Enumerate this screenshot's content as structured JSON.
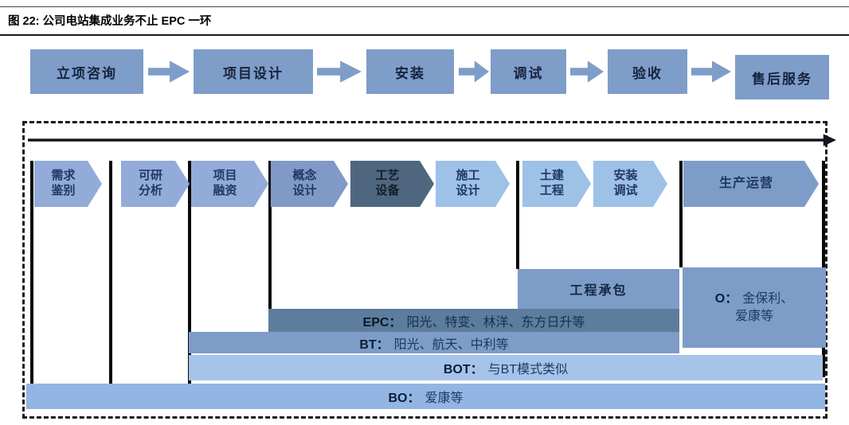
{
  "figure": {
    "title": "图 22: 公司电站集成业务不止 EPC 一环"
  },
  "top_flow": {
    "steps": [
      {
        "label": "立项咨询"
      },
      {
        "label": "项目设计"
      },
      {
        "label": "安装"
      },
      {
        "label": "调试"
      },
      {
        "label": "验收"
      },
      {
        "label": "售后服务"
      }
    ]
  },
  "process_flow": {
    "stages": [
      {
        "line1": "需求",
        "line2": "鉴别"
      },
      {
        "line1": "可研",
        "line2": "分析"
      },
      {
        "line1": "项目",
        "line2": "融资"
      },
      {
        "line1": "概念",
        "line2": "设计"
      },
      {
        "line1": "工艺",
        "line2": "设备"
      },
      {
        "line1": "施工",
        "line2": "设计"
      },
      {
        "line1": "土建",
        "line2": "工程"
      },
      {
        "line1": "安装",
        "line2": "调试"
      },
      {
        "line1": "生产运营",
        "line2": ""
      }
    ]
  },
  "business_models": {
    "contracting": {
      "label": "工程承包"
    },
    "o": {
      "prefix": "O：",
      "line1": "金保利、",
      "line2": "爱康等"
    },
    "epc": {
      "prefix": "EPC：",
      "companies": "阳光、特变、林洋、东方日升等"
    },
    "bt": {
      "prefix": "BT：",
      "companies": "阳光、航天、中利等"
    },
    "bot": {
      "prefix": "BOT：",
      "companies": "与BT模式类似"
    },
    "bo": {
      "prefix": "BO：",
      "companies": "爱康等"
    }
  },
  "colors": {
    "flow_box": "#7E9DC9",
    "stage_light": "#92ABD8",
    "stage_medium": "#8099C7",
    "stage_dark": "#4E677F",
    "stage_pale": "#9EC1E8",
    "stage_production": "#7E9CC8",
    "bar_contracting": "#7E9CC8",
    "bar_epc": "#5E7C9B",
    "bar_bt": "#7E9CC8",
    "bar_bot": "#A6C3E9",
    "bar_bo": "#93B5E3",
    "text_dark_navy": "#1F3864",
    "line_black": "#0A0A0A"
  }
}
